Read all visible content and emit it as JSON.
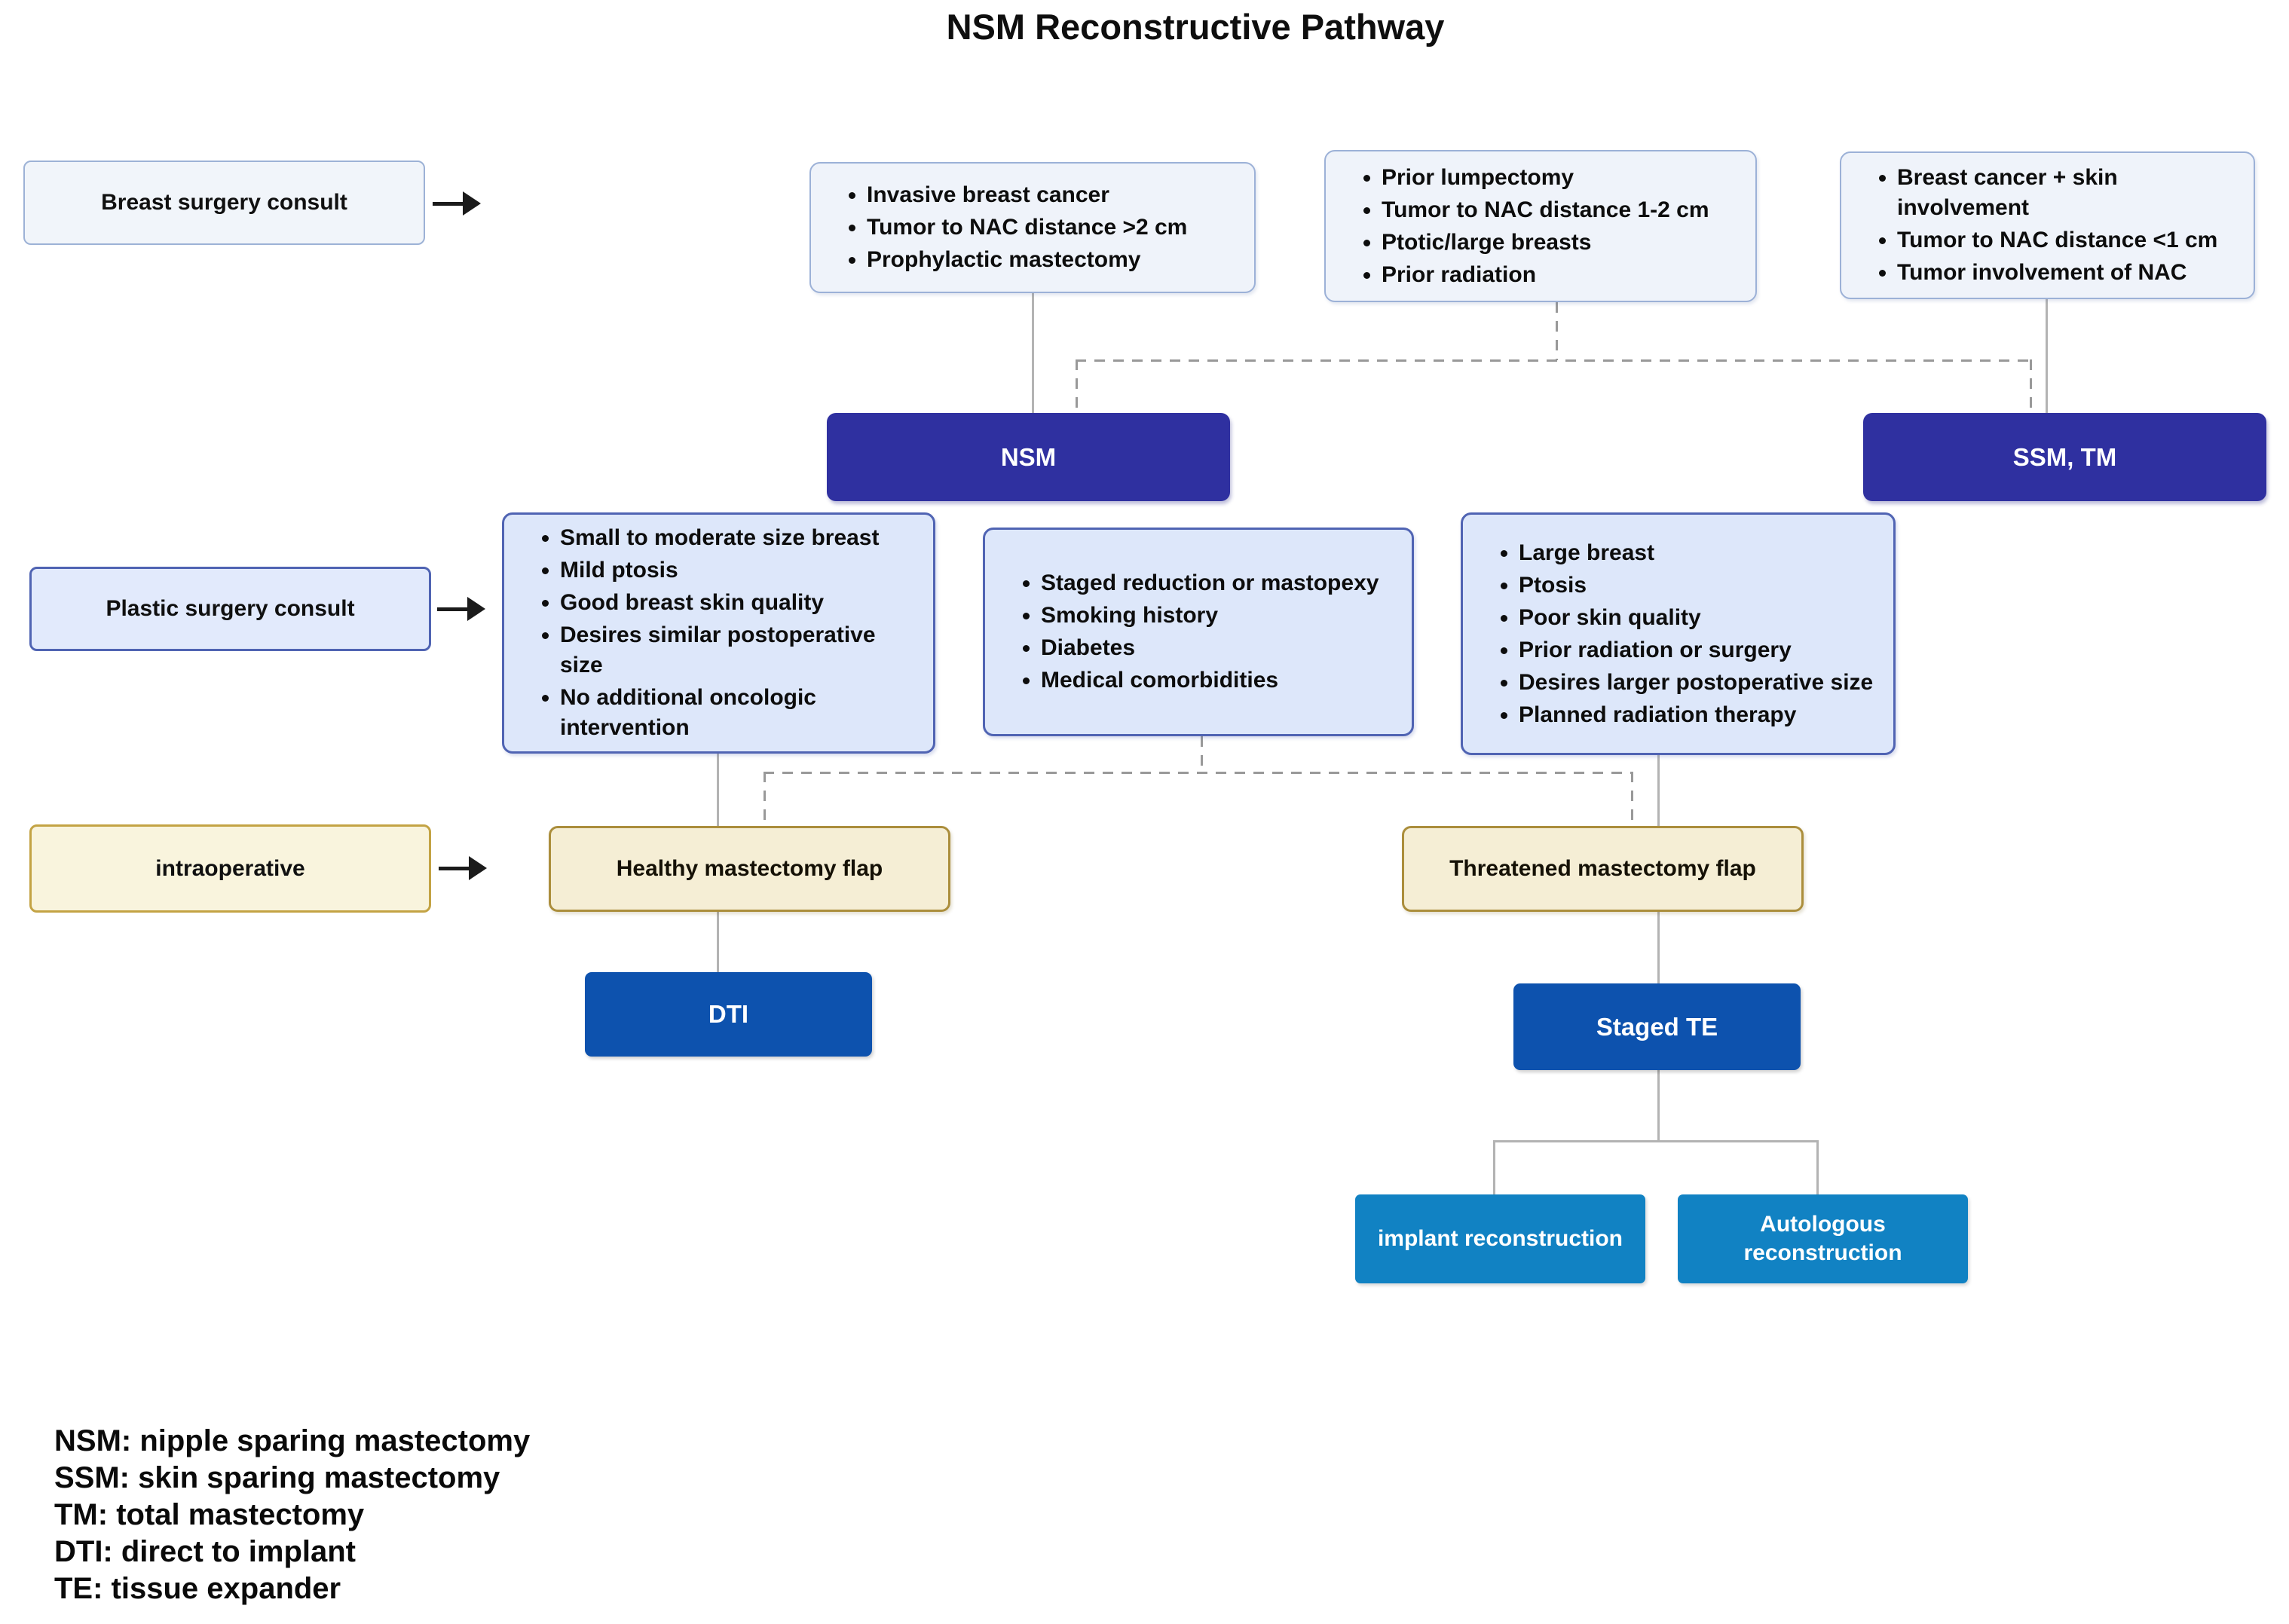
{
  "title": "NSM Reconstructive Pathway",
  "colors": {
    "indigo_node": "#2f30a0",
    "blue_node": "#0d52ae",
    "cyan_node": "#1182c3",
    "criteria_top_fill": "#eff3fa",
    "criteria_mid_fill": "#dde7fa",
    "consult_blue_fill": "#e2eafc",
    "cream_fill": "#f9f4dd",
    "flap_fill": "#f5eed5",
    "flap_border": "#ab8e3c",
    "solid_line": "#b3b3b3",
    "dashed_line": "#999999"
  },
  "lanes": {
    "breast": {
      "label": "Breast surgery consult"
    },
    "plastic": {
      "label": "Plastic  surgery consult"
    },
    "intraop": {
      "label": "intraoperative"
    }
  },
  "criteria": {
    "nsm": {
      "items": [
        "Invasive breast cancer",
        "Tumor to NAC distance >2 cm",
        "Prophylactic mastectomy"
      ]
    },
    "intermediate": {
      "items": [
        "Prior lumpectomy",
        "Tumor to NAC distance 1-2 cm",
        "Ptotic/large breasts",
        "Prior radiation"
      ]
    },
    "ssm": {
      "items": [
        "Breast cancer + skin involvement",
        "Tumor to NAC distance <1 cm",
        "Tumor involvement of NAC"
      ]
    },
    "healthy": {
      "items": [
        "Small to moderate size breast",
        "Mild ptosis",
        "Good breast skin quality",
        "Desires similar postoperative size",
        "No additional oncologic intervention"
      ]
    },
    "caution": {
      "items": [
        "Staged reduction or mastopexy",
        "Smoking history",
        "Diabetes",
        "Medical comorbidities"
      ]
    },
    "threatened": {
      "items": [
        "Large breast",
        "Ptosis",
        "Poor skin quality",
        "Prior radiation or surgery",
        "Desires larger postoperative size",
        "Planned radiation therapy"
      ]
    }
  },
  "nodes": {
    "nsm": "NSM",
    "ssm_tm": "SSM, TM",
    "healthy_flap": "Healthy mastectomy flap",
    "threatened_flap": "Threatened mastectomy flap",
    "dti": "DTI",
    "staged_te": "Staged TE",
    "implant": "implant reconstruction",
    "autologous": "Autologous reconstruction"
  },
  "legend": {
    "lines": [
      "NSM: nipple sparing mastectomy",
      "SSM: skin sparing mastectomy",
      "TM: total mastectomy",
      "DTI: direct to implant",
      "TE: tissue expander"
    ]
  }
}
